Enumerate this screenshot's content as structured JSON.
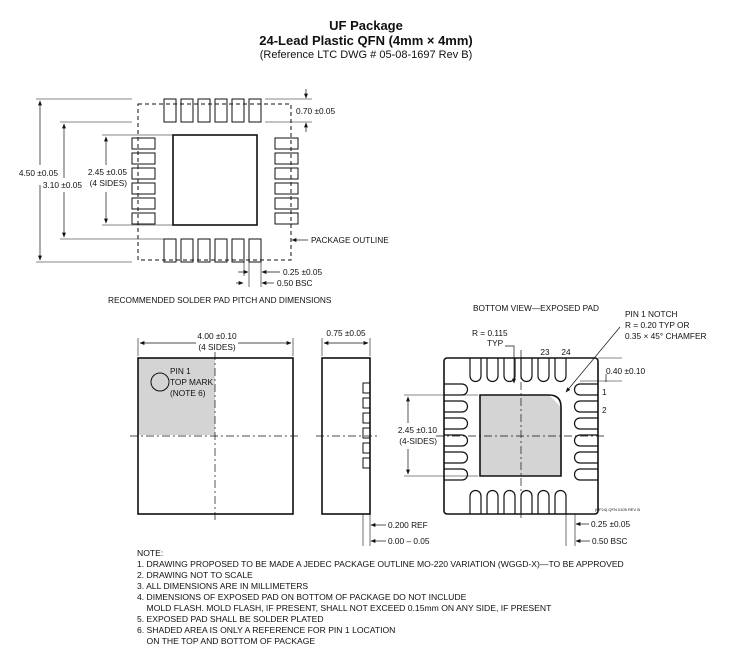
{
  "header": {
    "title": "UF Package",
    "subtitle": "24-Lead Plastic QFN (4mm × 4mm)",
    "reference": "(Reference LTC DWG # 05-08-1697 Rev B)"
  },
  "footprint": {
    "dim_overall": "4.50 ±0.05",
    "dim_inner": "3.10 ±0.05",
    "dim_pad_a": "2.45 ±0.05",
    "dim_pad_b": "(4 SIDES)",
    "dim_pad_len": "0.70 ±0.05",
    "outline_label": "PACKAGE OUTLINE",
    "dim_width": "0.25 ±0.05",
    "dim_pitch": "0.50 BSC",
    "caption": "RECOMMENDED SOLDER PAD PITCH AND DIMENSIONS"
  },
  "top_view": {
    "dim_a": "4.00 ±0.10",
    "dim_b": "(4 SIDES)",
    "pin1_a": "PIN 1",
    "pin1_b": "TOP MARK",
    "pin1_c": "(NOTE 6)"
  },
  "side_view": {
    "dim_thickness": "0.75 ±0.05",
    "dim_ref": "0.200 REF",
    "dim_standoff": "0.00 – 0.05"
  },
  "bottom_view": {
    "caption": "BOTTOM VIEW—EXPOSED PAD",
    "radius_a": "R = 0.115",
    "radius_b": "TYP",
    "notch_a": "PIN 1 NOTCH",
    "notch_b": "R = 0.20 TYP OR",
    "notch_c": "0.35 × 45° CHAMFER",
    "pin_23": "23",
    "pin_24": "24",
    "pin_1": "1",
    "pin_2": "2",
    "dim_lead_len": "0.40 ±0.10",
    "dim_pad_a": "2.45 ±0.10",
    "dim_pad_b": "(4-SIDES)",
    "dim_width": "0.25 ±0.05",
    "dim_pitch": "0.50 BSC",
    "drawing_code": "(UF24) QFN 0105 REV B"
  },
  "notes": {
    "heading": "NOTE:",
    "n1": "1. DRAWING PROPOSED TO BE MADE A JEDEC PACKAGE OUTLINE MO-220 VARIATION (WGGD-X)—TO BE APPROVED",
    "n2": "2. DRAWING NOT TO SCALE",
    "n3": "3. ALL DIMENSIONS ARE IN MILLIMETERS",
    "n4": "4. DIMENSIONS OF EXPOSED PAD ON BOTTOM OF PACKAGE DO NOT INCLUDE",
    "n4b": "    MOLD FLASH. MOLD FLASH, IF PRESENT, SHALL NOT EXCEED 0.15mm ON ANY SIDE, IF PRESENT",
    "n5": "5. EXPOSED PAD SHALL BE SOLDER PLATED",
    "n6": "6. SHADED AREA IS ONLY A REFERENCE FOR PIN 1 LOCATION",
    "n6b": "    ON THE TOP AND BOTTOM OF PACKAGE"
  }
}
